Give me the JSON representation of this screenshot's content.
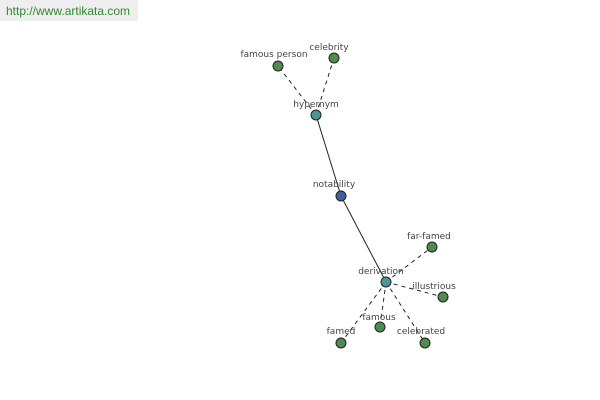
{
  "source": {
    "url": "http://www.artikata.com"
  },
  "colors": {
    "leaf_node": "#4f8a4f",
    "relation_node": "#4d9598",
    "center_node": "#3f5fa0",
    "edge": "#222222",
    "banner_bg": "#eeeeee",
    "url_text": "#2e8b2e"
  },
  "graph": {
    "center": "notability",
    "relations": [
      {
        "label": "hypernym",
        "terms": [
          "famous person",
          "celebrity"
        ]
      },
      {
        "label": "derivation",
        "terms": [
          "far-famed",
          "illustrious",
          "famous",
          "famed",
          "celebrated"
        ]
      }
    ]
  }
}
